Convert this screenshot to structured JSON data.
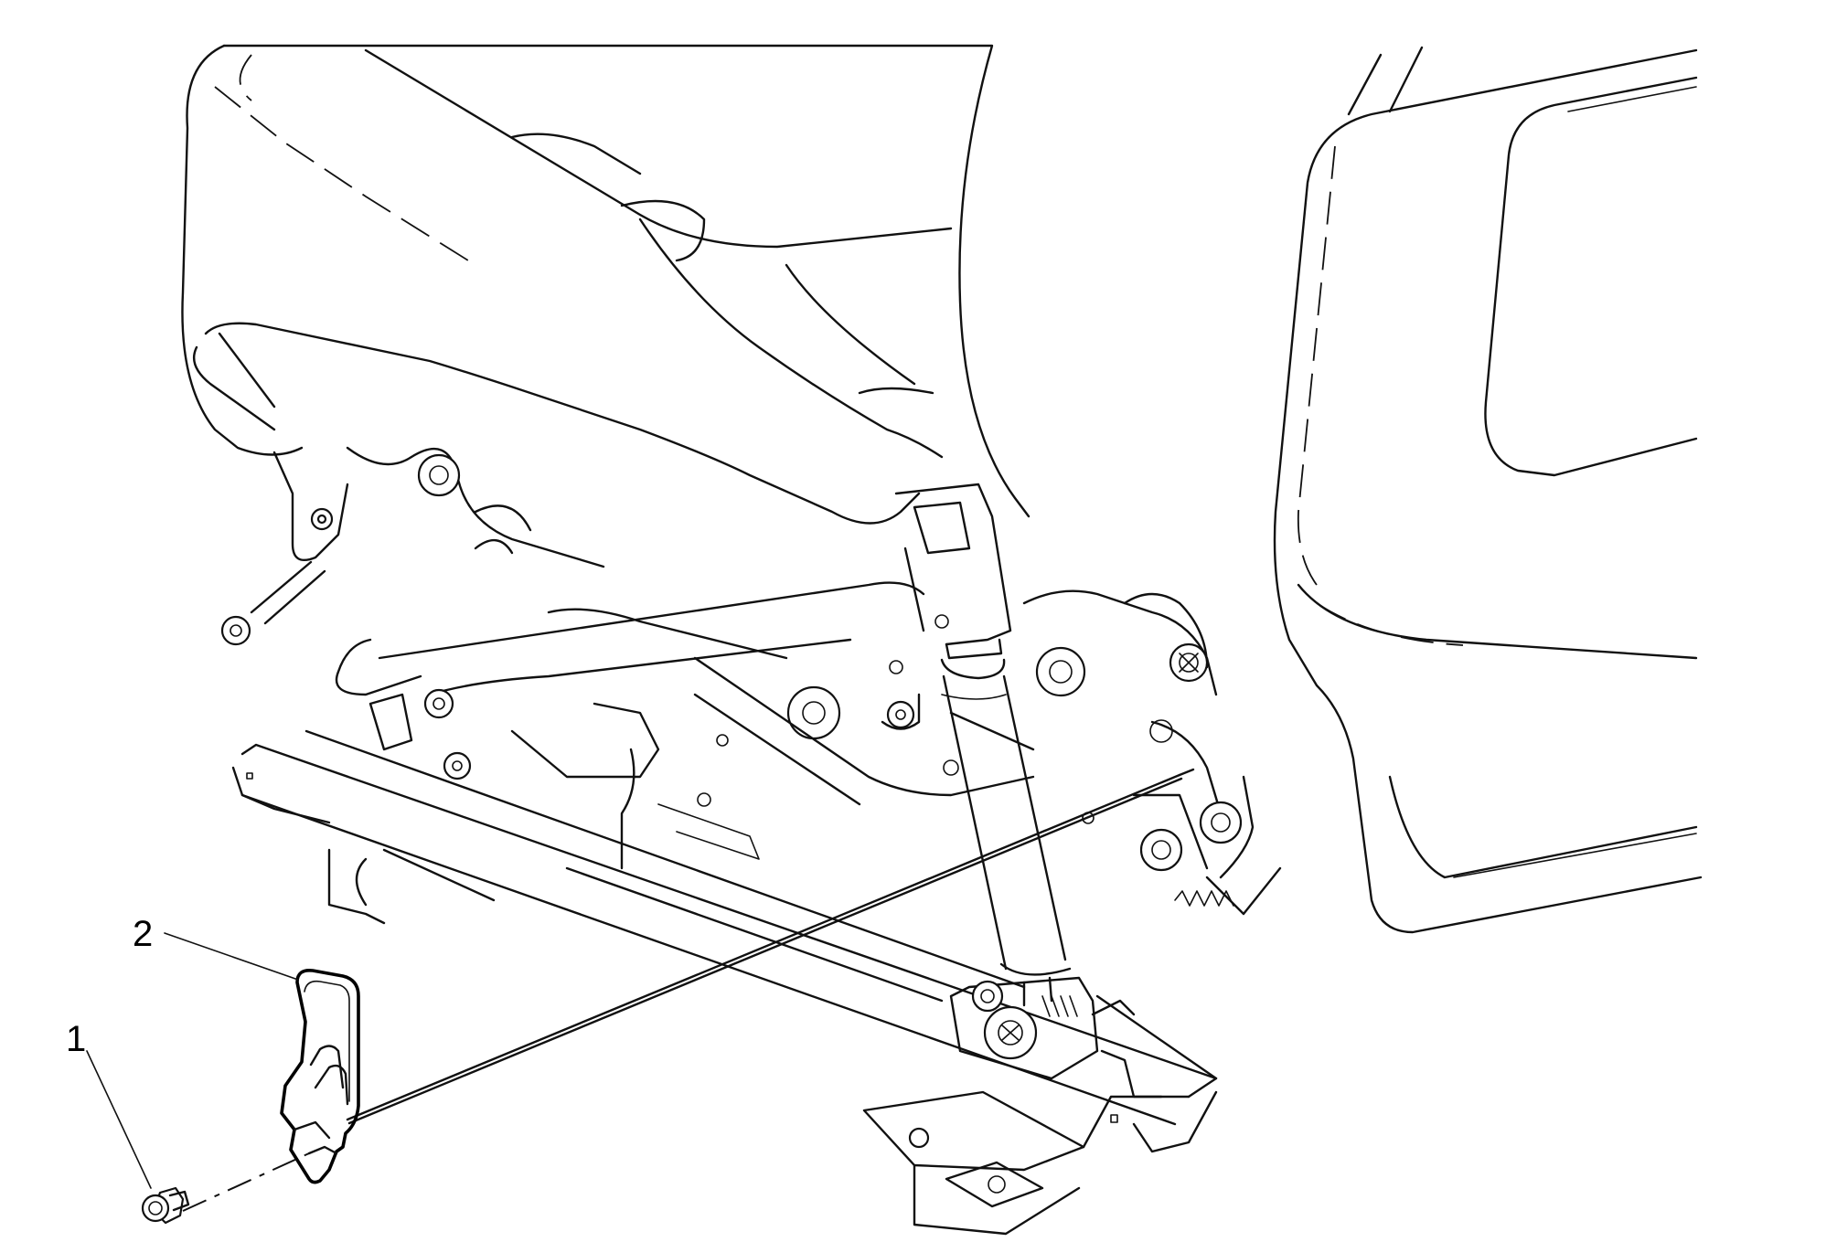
{
  "callouts": [
    {
      "id": "1",
      "label": "1",
      "part": "bolt"
    },
    {
      "id": "2",
      "label": "2",
      "part": "seat-adjuster-handle-cover"
    }
  ],
  "colors": {
    "line": "#111111",
    "background": "#ffffff"
  }
}
